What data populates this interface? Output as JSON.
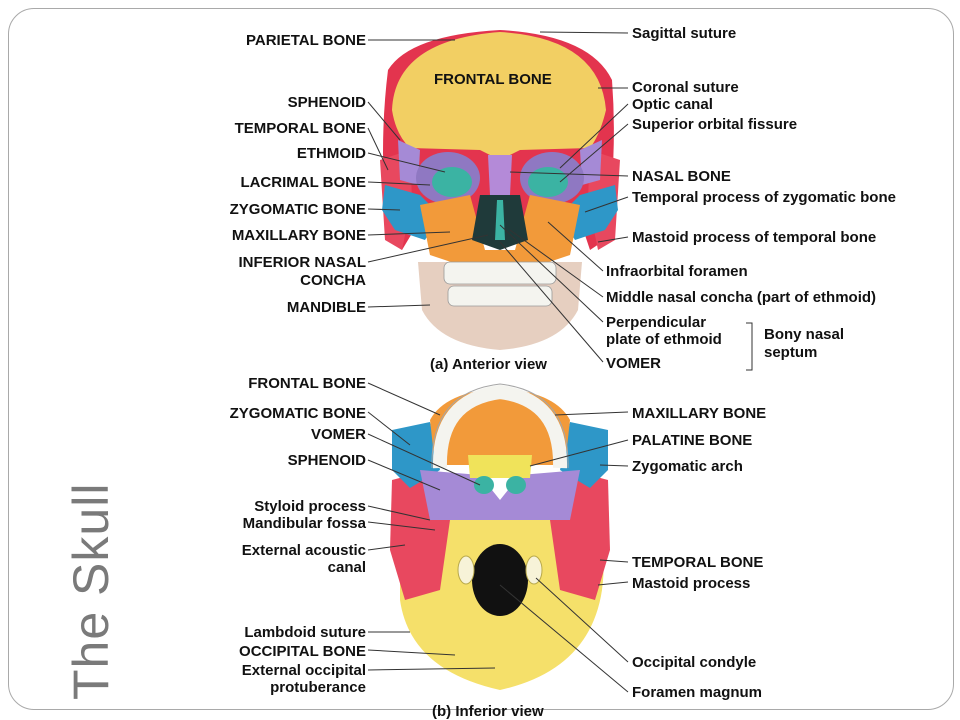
{
  "slide_title": "The Skull",
  "anterior": {
    "caption": "(a) Anterior view",
    "skull_label": "FRONTAL BONE",
    "left_labels": [
      "PARIETAL BONE",
      "SPHENOID",
      "TEMPORAL BONE",
      "ETHMOID",
      "LACRIMAL BONE",
      "ZYGOMATIC BONE",
      "MAXILLARY BONE",
      "INFERIOR NASAL",
      "CONCHA",
      "MANDIBLE"
    ],
    "right_labels": [
      "Sagittal suture",
      "Coronal suture",
      "Optic canal",
      "Superior orbital fissure",
      "NASAL BONE",
      "Temporal process of zygomatic bone",
      "Mastoid process of temporal bone",
      "Infraorbital foramen",
      "Middle nasal concha (part of ethmoid)",
      "Perpendicular",
      "plate of ethmoid",
      "VOMER"
    ],
    "bracket_label": [
      "Bony nasal",
      "septum"
    ]
  },
  "inferior": {
    "caption": "(b) Inferior view",
    "left_labels": [
      "FRONTAL BONE",
      "ZYGOMATIC BONE",
      "VOMER",
      "SPHENOID",
      "Styloid process",
      "Mandibular fossa",
      "External acoustic",
      "canal",
      "Lambdoid suture",
      "OCCIPITAL BONE",
      "External occipital",
      "protuberance"
    ],
    "right_labels": [
      "MAXILLARY BONE",
      "PALATINE BONE",
      "Zygomatic arch",
      "TEMPORAL BONE",
      "Mastoid process",
      "Occipital condyle",
      "Foramen magnum"
    ]
  },
  "colors": {
    "frontal": "#f2cf63",
    "parietal": "#e3344e",
    "temporal": "#e8485f",
    "sphenoid": "#a58ad6",
    "ethmoid": "#3bb3a3",
    "zygomatic": "#2e97c8",
    "maxillary": "#f29a3a",
    "mandible": "#e6cfc0",
    "occipital": "#f5e06a",
    "palatine": "#f0e35a",
    "nasal": "#b48ad8",
    "teeth": "#f4f4ef"
  }
}
